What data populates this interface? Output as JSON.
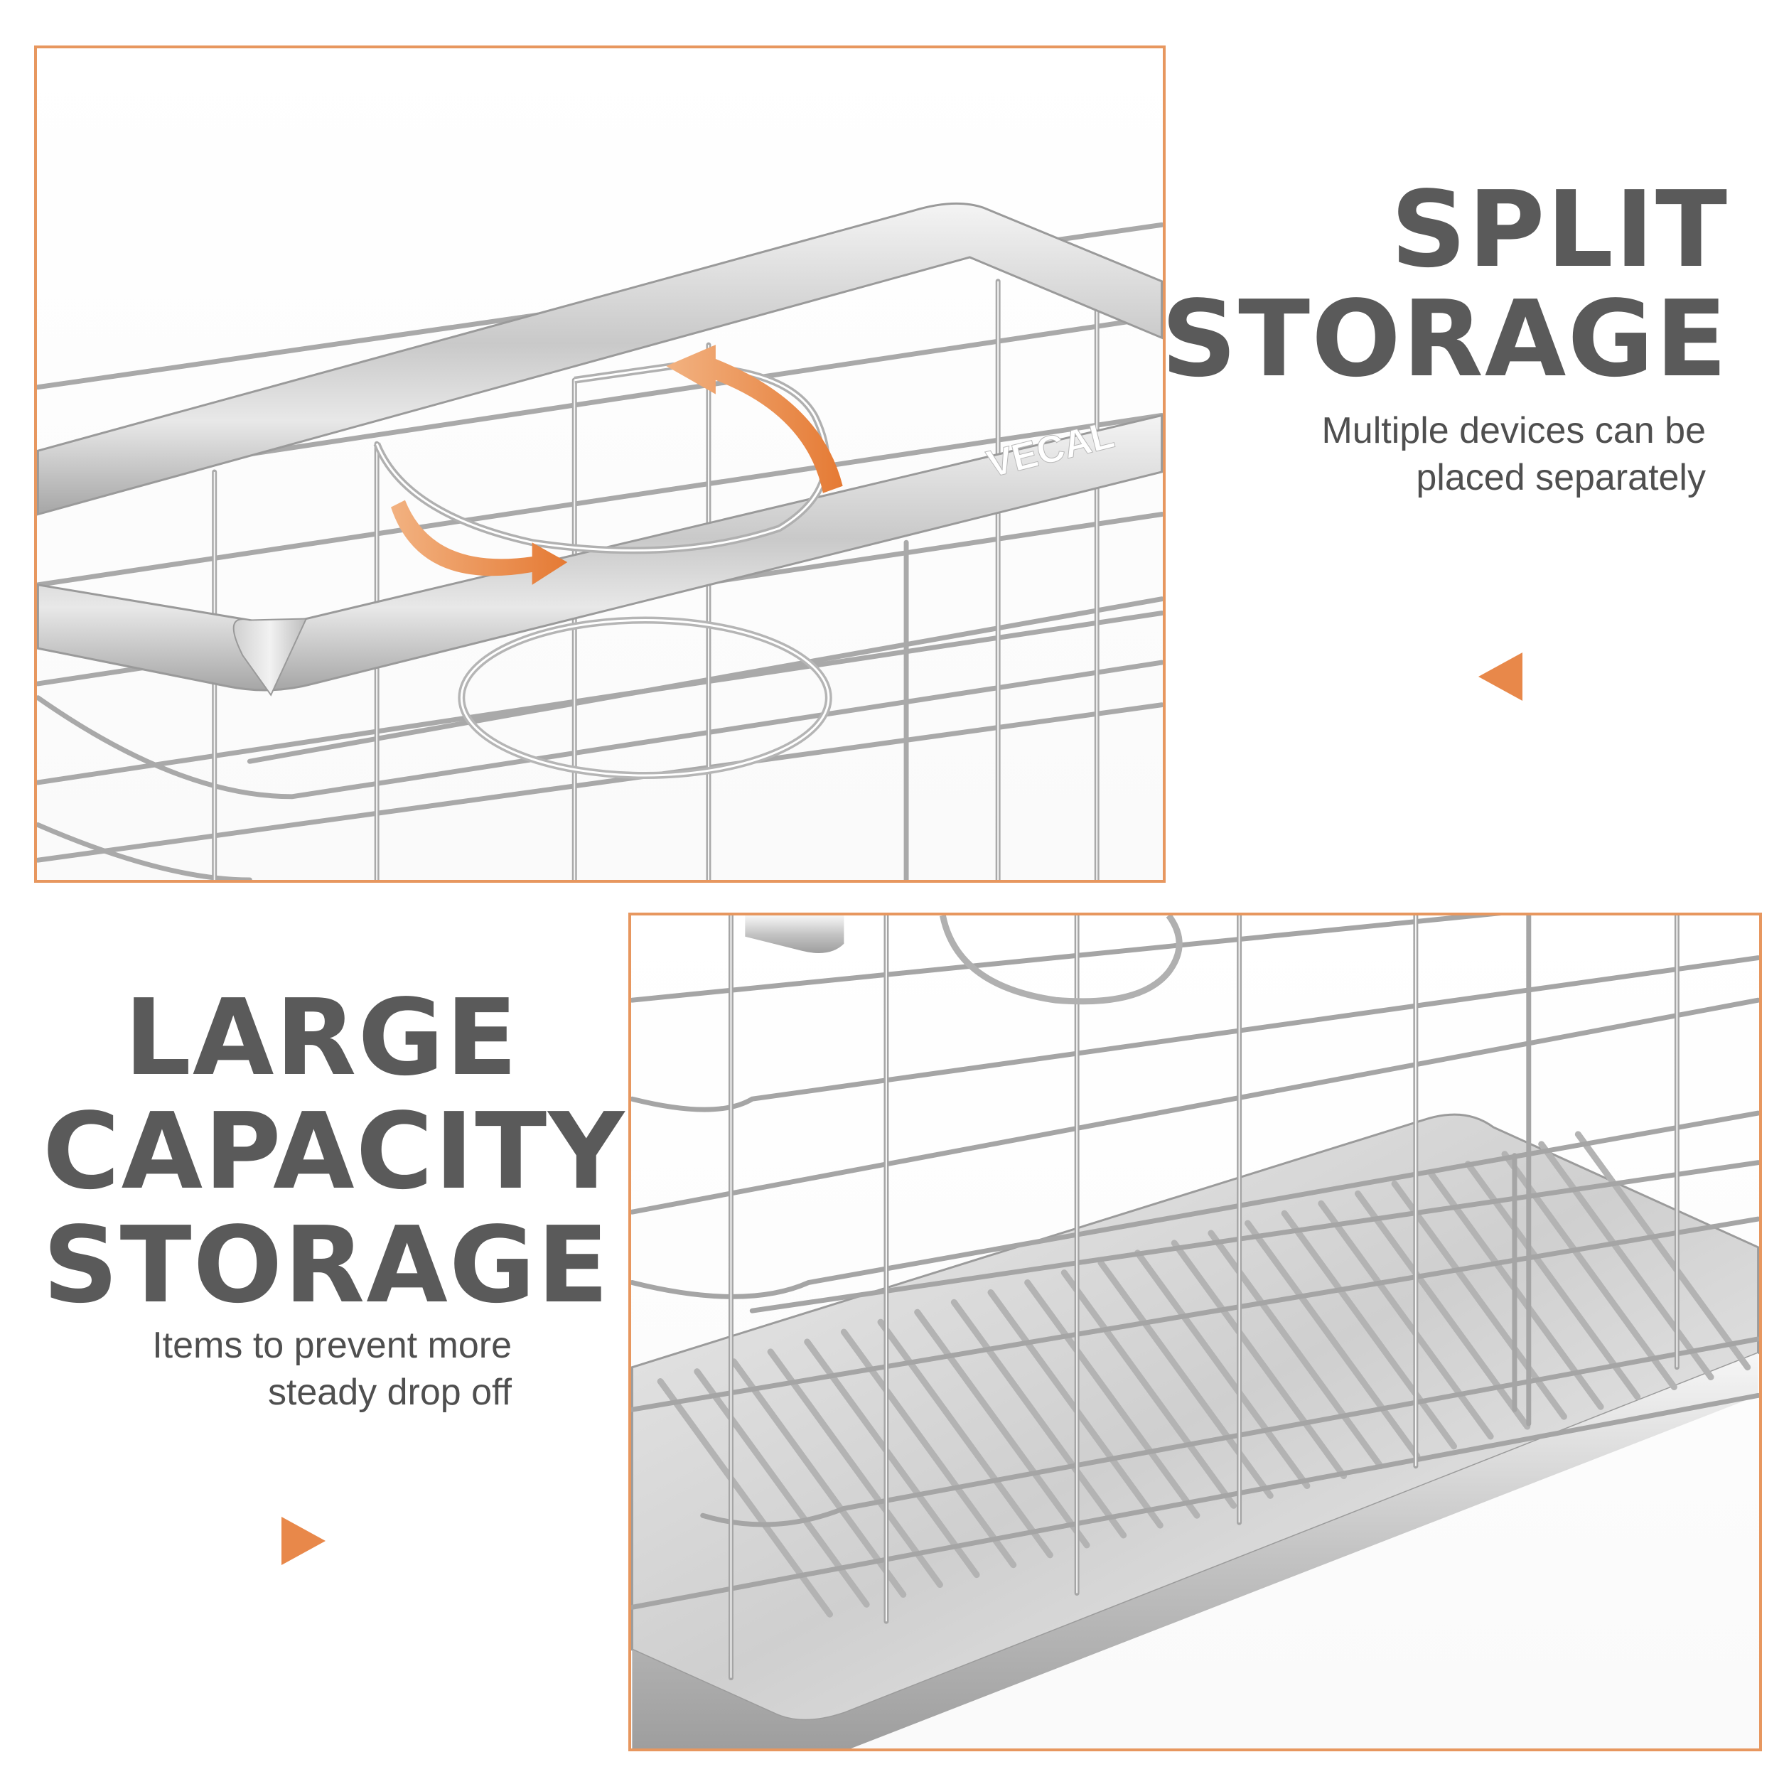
{
  "brand": {
    "logo_text": "VECAL",
    "accent_color": "#e8884a",
    "frame_color": "#e7975f"
  },
  "features": [
    {
      "title_lines": [
        "SPLIT",
        "STORAGE"
      ],
      "description_lines": [
        "Multiple devices can be",
        "placed separately"
      ],
      "pointer_icon": "triangle-left-icon"
    },
    {
      "title_lines": [
        "LARGE",
        "CAPACITY",
        "STORAGE"
      ],
      "description_lines": [
        "Items to prevent more",
        "steady drop off"
      ],
      "pointer_icon": "triangle-right-icon"
    }
  ],
  "illustrations": [
    {
      "subject": "stainless steel wire rack with split holder rings",
      "icon": "rotate-arrows-icon"
    },
    {
      "subject": "stainless steel wire basket with ribbed drip tray"
    }
  ]
}
